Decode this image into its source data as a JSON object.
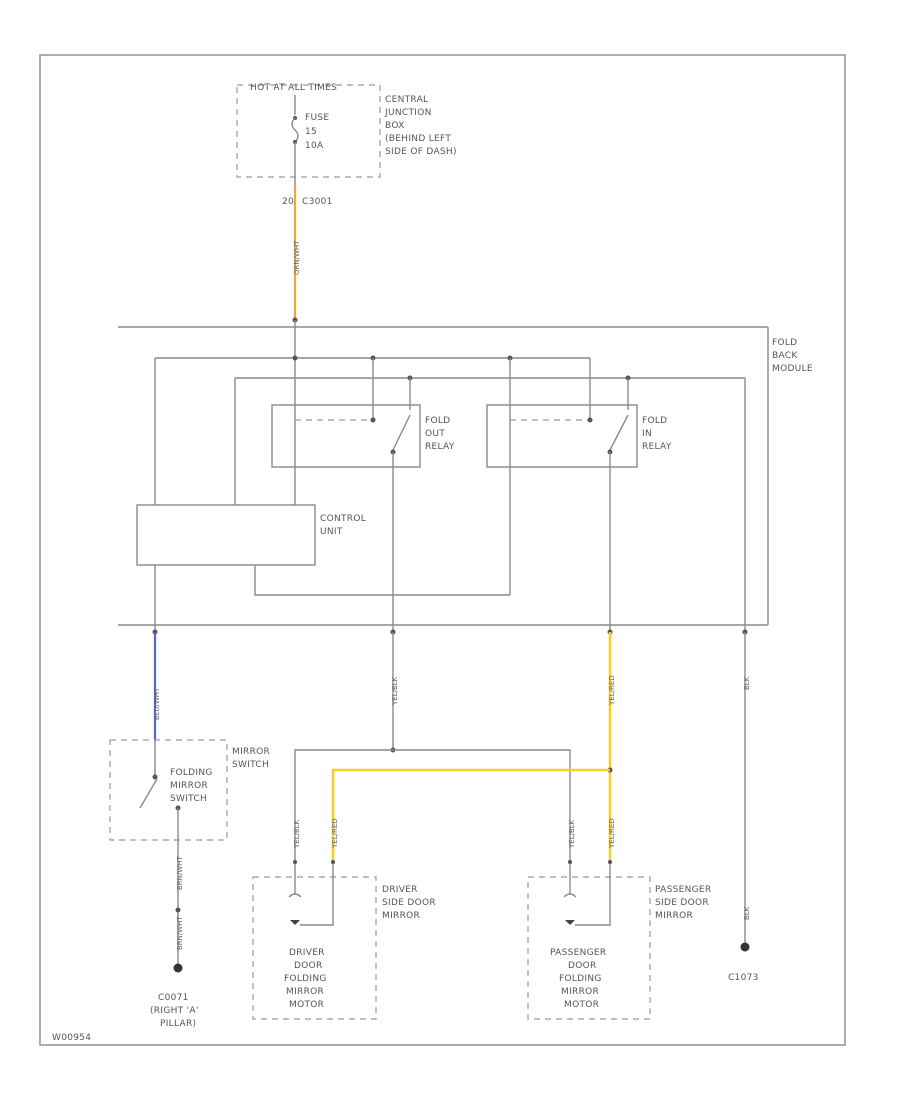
{
  "fuse_block": {
    "header": "HOT AT ALL TIMES",
    "fuse": [
      "FUSE",
      "15",
      "10A"
    ],
    "location": [
      "CENTRAL",
      "JUNCTION",
      "BOX",
      "(BEHIND LEFT",
      "SIDE OF DASH)"
    ],
    "pin": "20",
    "connector": "C3001"
  },
  "module": {
    "name": [
      "FOLD",
      "BACK",
      "MODULE"
    ],
    "relay_out": [
      "FOLD",
      "OUT",
      "RELAY"
    ],
    "relay_in": [
      "FOLD",
      "IN",
      "RELAY"
    ],
    "control": [
      "CONTROL",
      "UNIT"
    ]
  },
  "switch": {
    "outer": [
      "MIRROR",
      "SWITCH"
    ],
    "inner": [
      "FOLDING",
      "MIRROR",
      "SWITCH"
    ]
  },
  "driver_mirror": {
    "outer": [
      "DRIVER",
      "SIDE DOOR",
      "MIRROR"
    ],
    "motor": [
      "DRIVER",
      "DOOR",
      "FOLDING",
      "MIRROR",
      "MOTOR"
    ]
  },
  "passenger_mirror": {
    "outer": [
      "PASSENGER",
      "SIDE DOOR",
      "MIRROR"
    ],
    "motor": [
      "PASSENGER",
      "DOOR",
      "FOLDING",
      "MIRROR",
      "MOTOR"
    ]
  },
  "grounds": {
    "left": [
      "C0071",
      "(RIGHT 'A'",
      "PILLAR)"
    ],
    "right": "C1073"
  },
  "wire_labels": {
    "fuse_out": "ORN/WHT",
    "switch_in": "BLU/WHT",
    "module_mid": "YEL/BLK",
    "module_right": "YEL/RED",
    "ground_wire": "BLK",
    "switch_ground_1": "BRN/WHT",
    "switch_ground_2": "BRN/WHT",
    "drv_left": "YEL/BLK",
    "drv_right": "YEL/RED",
    "pass_left": "YEL/BLK",
    "pass_right": "YEL/RED",
    "ground_right": "BLK"
  },
  "footer": "W00954",
  "colors": {
    "orange_wire": "#f2a63a",
    "blue_wire": "#5566cc",
    "yellow_wire": "#f5d02a",
    "line": "#8a8a8a"
  }
}
